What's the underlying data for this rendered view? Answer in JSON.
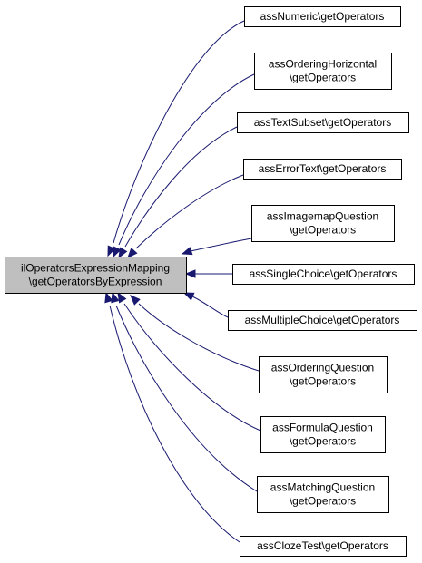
{
  "graph": {
    "root": {
      "id": "root",
      "lines": [
        "ilOperatorsExpressionMapping",
        "\\getOperatorsByExpression"
      ]
    },
    "callers": [
      {
        "id": "assNumeric",
        "lines": [
          "assNumeric\\getOperators"
        ]
      },
      {
        "id": "assOrderingHorizontal",
        "lines": [
          "assOrderingHorizontal",
          "\\getOperators"
        ]
      },
      {
        "id": "assTextSubset",
        "lines": [
          "assTextSubset\\getOperators"
        ]
      },
      {
        "id": "assErrorText",
        "lines": [
          "assErrorText\\getOperators"
        ]
      },
      {
        "id": "assImagemapQuestion",
        "lines": [
          "assImagemapQuestion",
          "\\getOperators"
        ]
      },
      {
        "id": "assSingleChoice",
        "lines": [
          "assSingleChoice\\getOperators"
        ]
      },
      {
        "id": "assMultipleChoice",
        "lines": [
          "assMultipleChoice\\getOperators"
        ]
      },
      {
        "id": "assOrderingQuestion",
        "lines": [
          "assOrderingQuestion",
          "\\getOperators"
        ]
      },
      {
        "id": "assFormulaQuestion",
        "lines": [
          "assFormulaQuestion",
          "\\getOperators"
        ]
      },
      {
        "id": "assMatchingQuestion",
        "lines": [
          "assMatchingQuestion",
          "\\getOperators"
        ]
      },
      {
        "id": "assClozeTest",
        "lines": [
          "assClozeTest\\getOperators"
        ]
      }
    ],
    "colors": {
      "edge": "#191970",
      "root_fill": "#bfbfbf",
      "node_fill": "#ffffff",
      "border": "#000000"
    }
  }
}
